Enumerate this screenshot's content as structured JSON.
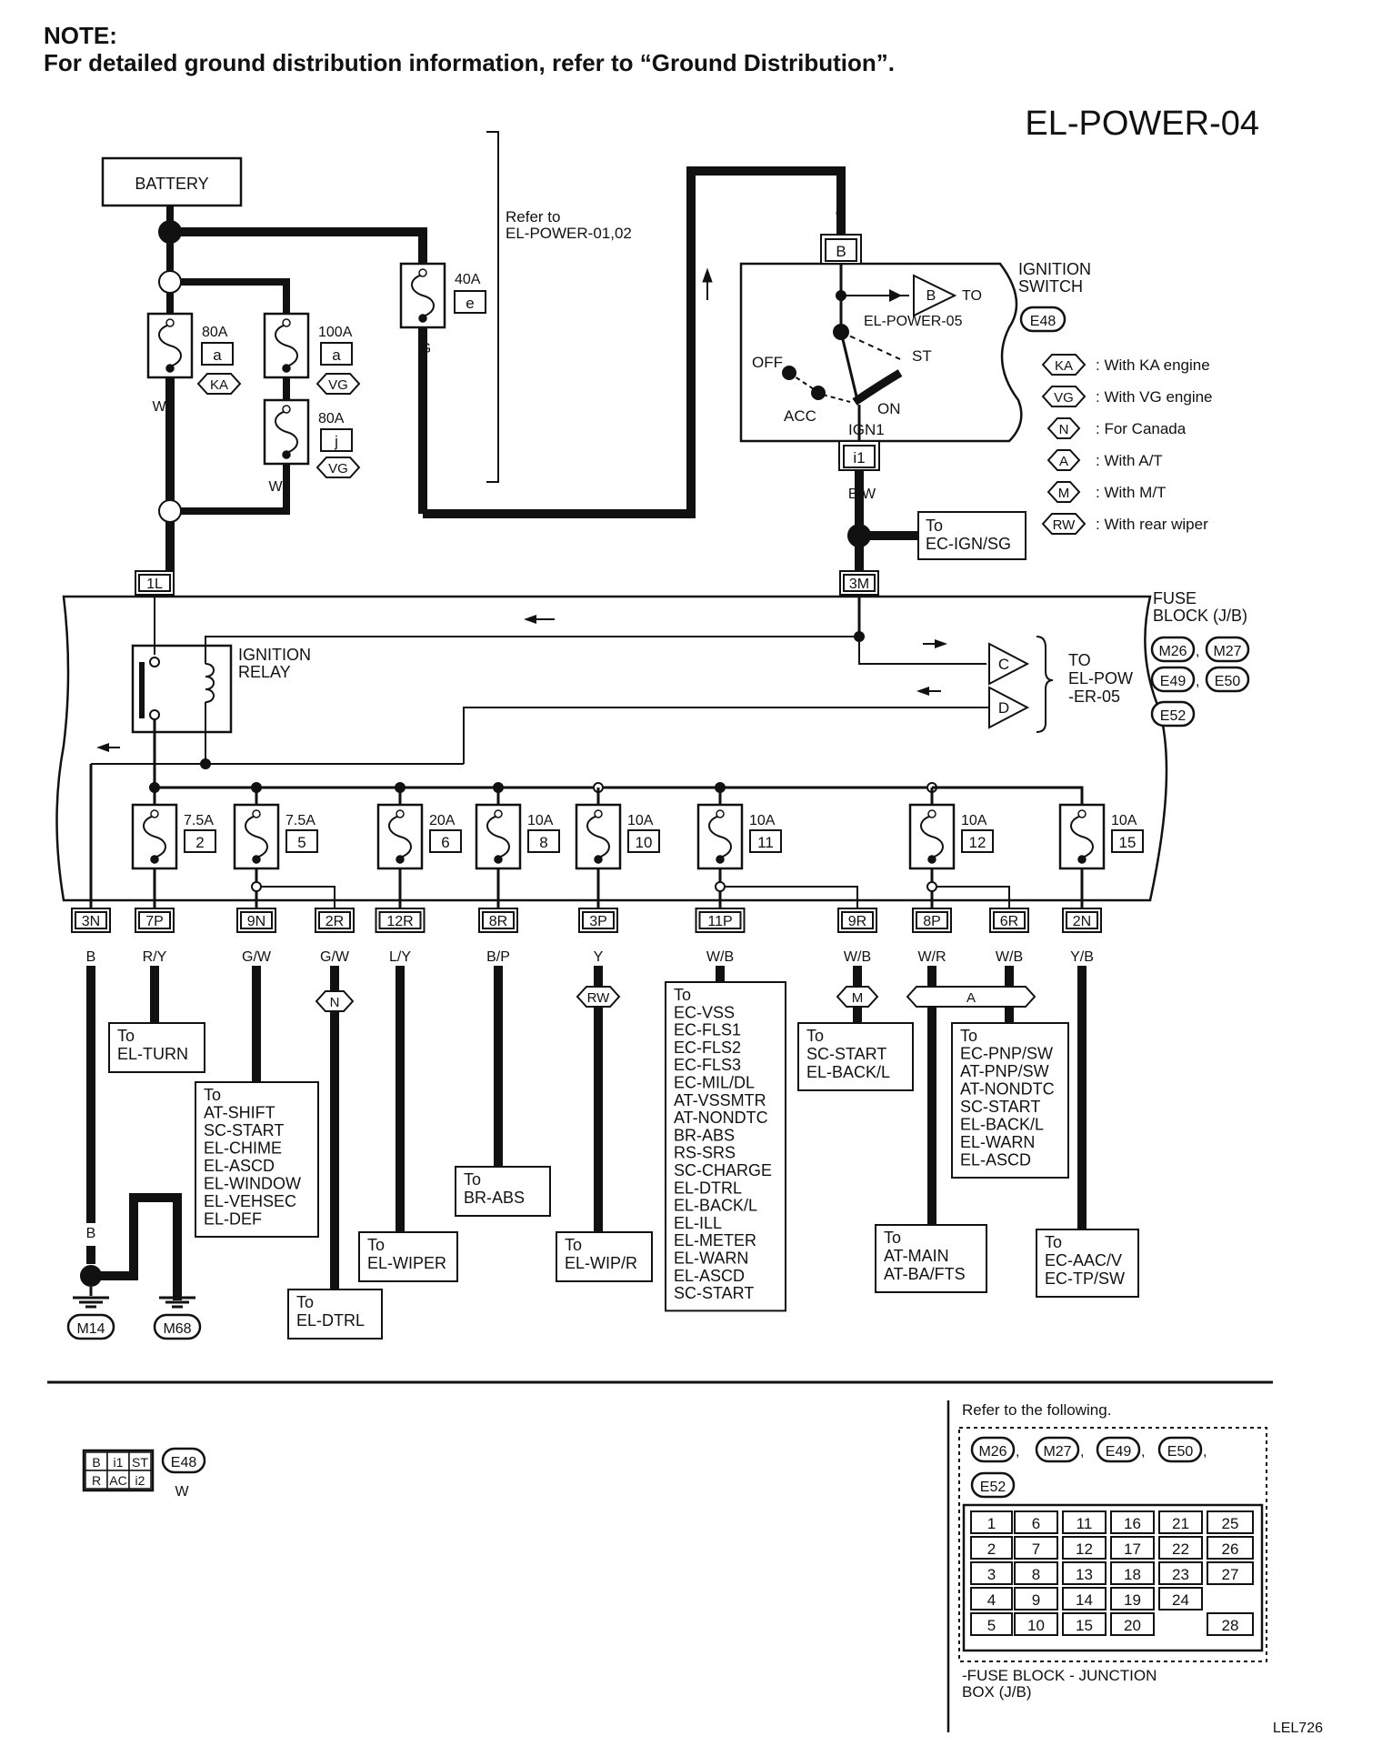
{
  "note": {
    "heading": "NOTE:",
    "text": "For detailed ground distribution information, refer to “Ground Distribution”."
  },
  "diagram_id": "EL-POWER-04",
  "battery_label": "BATTERY",
  "refer_el_power": [
    "Refer to",
    "EL-POWER-01,02"
  ],
  "fusible_links": [
    {
      "amp": "80A",
      "code": "a",
      "option": "KA"
    },
    {
      "amp": "100A",
      "code": "a",
      "option": "VG"
    },
    {
      "amp": "80A",
      "code": "j",
      "option": "VG"
    },
    {
      "amp": "40A",
      "code": "e",
      "option": ""
    }
  ],
  "wire_colors_top": {
    "w1": "W",
    "w2": "W",
    "g1": "G",
    "g2": "G",
    "bw": "B/W"
  },
  "ignition_switch": {
    "title": [
      "IGNITION",
      "SWITCH"
    ],
    "connector": "E48",
    "term_top": "B",
    "term_bottom": "i1",
    "out_to": "TO",
    "out_dest": "EL-POWER-05",
    "pos_off": "OFF",
    "pos_acc": "ACC",
    "pos_st": "ST",
    "pos_on": "ON",
    "pos_ign": "IGN1"
  },
  "legend": [
    {
      "code": "KA",
      "text": ": With KA engine"
    },
    {
      "code": "VG",
      "text": ": With VG engine"
    },
    {
      "code": "N",
      "text": ": For Canada"
    },
    {
      "code": "A",
      "text": ": With A/T"
    },
    {
      "code": "M",
      "text": ": With M/T"
    },
    {
      "code": "RW",
      "text": ": With rear wiper"
    }
  ],
  "to_ec_ign": [
    "To",
    "EC-IGN/SG"
  ],
  "fuse_block": {
    "title": [
      "FUSE",
      "BLOCK (J/B)"
    ],
    "connectors": [
      "M26",
      "M27",
      "E49",
      "E50",
      "E52"
    ],
    "in_left": "1L",
    "in_right": "3M",
    "relay": [
      "IGNITION",
      "RELAY"
    ],
    "out_c": "C",
    "out_d": "D",
    "to_el_pow": [
      "TO",
      "EL-POW",
      "-ER-05"
    ]
  },
  "fuses": [
    {
      "amp": "7.5A",
      "num": "2"
    },
    {
      "amp": "7.5A",
      "num": "5"
    },
    {
      "amp": "20A",
      "num": "6"
    },
    {
      "amp": "10A",
      "num": "8"
    },
    {
      "amp": "10A",
      "num": "10"
    },
    {
      "amp": "10A",
      "num": "11"
    },
    {
      "amp": "10A",
      "num": "12"
    },
    {
      "amp": "10A",
      "num": "15"
    }
  ],
  "terminals": [
    {
      "term": "3N",
      "color": "B"
    },
    {
      "term": "7P",
      "color": "R/Y"
    },
    {
      "term": "9N",
      "color": "G/W"
    },
    {
      "term": "2R",
      "color": "G/W"
    },
    {
      "term": "12R",
      "color": "L/Y"
    },
    {
      "term": "8R",
      "color": "B/P"
    },
    {
      "term": "3P",
      "color": "Y"
    },
    {
      "term": "11P",
      "color": "W/B"
    },
    {
      "term": "9R",
      "color": "W/B"
    },
    {
      "term": "8P",
      "color": "W/R"
    },
    {
      "term": "6R",
      "color": "W/B"
    },
    {
      "term": "2N",
      "color": "Y/B"
    }
  ],
  "options_bottom": {
    "n": "N",
    "rw": "RW",
    "m": "M",
    "a": "A"
  },
  "destinations": {
    "el_turn": [
      "To",
      "EL-TURN"
    ],
    "at_shift": [
      "To",
      "AT-SHIFT",
      "SC-START",
      "EL-CHIME",
      "EL-ASCD",
      "EL-WINDOW",
      "EL-VEHSEC",
      "EL-DEF"
    ],
    "el_dtrl": [
      "To",
      "EL-DTRL"
    ],
    "el_wiper": [
      "To",
      "EL-WIPER"
    ],
    "br_abs": [
      "To",
      "BR-ABS"
    ],
    "el_wipr": [
      "To",
      "EL-WIP/R"
    ],
    "ec_vss": [
      "To",
      "EC-VSS",
      "EC-FLS1",
      "EC-FLS2",
      "EC-FLS3",
      "EC-MIL/DL",
      "AT-VSSMTR",
      "AT-NONDTC",
      "BR-ABS",
      "RS-SRS",
      "SC-CHARGE",
      "EL-DTRL",
      "EL-BACK/L",
      "EL-ILL",
      "EL-METER",
      "EL-WARN",
      "EL-ASCD",
      "SC-START"
    ],
    "sc_start": [
      "To",
      "SC-START",
      "EL-BACK/L"
    ],
    "at_main": [
      "To",
      "AT-MAIN",
      "AT-BA/FTS"
    ],
    "ec_pnp": [
      "To",
      "EC-PNP/SW",
      "AT-PNP/SW",
      "AT-NONDTC",
      "SC-START",
      "EL-BACK/L",
      "EL-WARN",
      "EL-ASCD"
    ],
    "ec_aac": [
      "To",
      "EC-AAC/V",
      "EC-TP/SW"
    ]
  },
  "grounds": {
    "wire1": "B",
    "wire2": "B",
    "wire3": "B",
    "g1": "M14",
    "g2": "M68"
  },
  "connector_e48": {
    "cells_top": [
      "B",
      "i1",
      "ST"
    ],
    "cells_bottom": [
      "R",
      "AC",
      "i2"
    ],
    "code": "E48",
    "color": "W"
  },
  "refer_following": {
    "title": "Refer to the following.",
    "connectors": [
      "M26",
      "M27",
      "E49",
      "E50",
      "E52"
    ],
    "grid": [
      [
        "1",
        "6",
        "11",
        "16",
        "21",
        "25"
      ],
      [
        "2",
        "7",
        "12",
        "17",
        "22",
        "26"
      ],
      [
        "3",
        "8",
        "13",
        "18",
        "23",
        "27"
      ],
      [
        "4",
        "9",
        "14",
        "19",
        "24",
        ""
      ],
      [
        "5",
        "10",
        "15",
        "20",
        "",
        "28"
      ]
    ],
    "caption": [
      "-FUSE BLOCK - JUNCTION",
      "BOX (J/B)"
    ]
  },
  "footer_code": "LEL726"
}
